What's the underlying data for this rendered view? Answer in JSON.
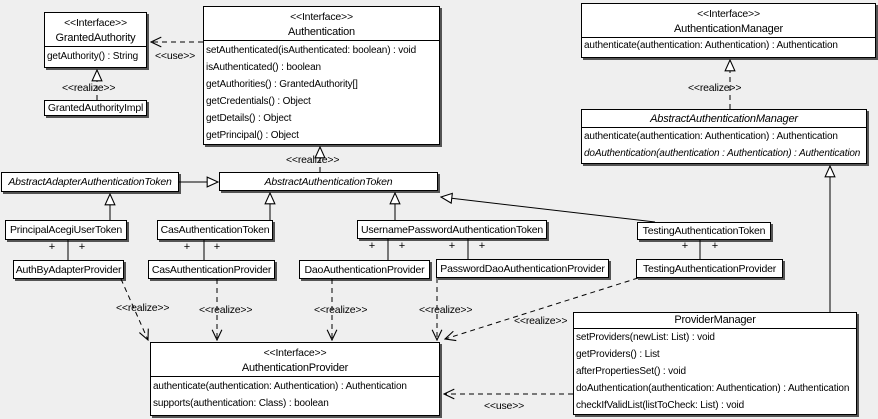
{
  "labels": {
    "use": "&lt;&lt;use&gt;&gt;",
    "realize": "<<realize>>",
    "use_text": "<<use>>",
    "plus": "+"
  },
  "classes": {
    "granted_authority": {
      "stereotype": "<<Interface>>",
      "name": "GrantedAuthority",
      "methods": [
        "getAuthority() : String"
      ]
    },
    "granted_authority_impl": {
      "name": "GrantedAuthorityImpl"
    },
    "authentication": {
      "stereotype": "<<Interface>>",
      "name": "Authentication",
      "methods": [
        "setAuthenticated(isAuthenticated: boolean) : void",
        "isAuthenticated() : boolean",
        "getAuthorities() : GrantedAuthority[]",
        "getCredentials() : Object",
        "getDetails() : Object",
        "getPrincipal() : Object"
      ]
    },
    "authentication_manager": {
      "stereotype": "<<Interface>>",
      "name": "AuthenticationManager",
      "methods": [
        "authenticate(authentication: Authentication) : Authentication"
      ]
    },
    "abstract_authentication_manager": {
      "name": "AbstractAuthenticationManager",
      "methods": [
        "authenticate(authentication: Authentication) : Authentication",
        "doAuthentication(authentication : Authentication) : Authentication"
      ]
    },
    "abstract_adapter_authentication_token": {
      "name": "AbstractAdapterAuthenticationToken"
    },
    "abstract_authentication_token": {
      "name": "AbstractAuthenticationToken"
    },
    "principal_acegi_user_token": {
      "name": "PrincipalAcegiUserToken"
    },
    "cas_authentication_token": {
      "name": "CasAuthenticationToken"
    },
    "username_password_authentication_token": {
      "name": "UsernamePasswordAuthenticationToken"
    },
    "testing_authentication_token": {
      "name": "TestingAuthenticationToken"
    },
    "auth_by_adapter_provider": {
      "name": "AuthByAdapterProvider"
    },
    "cas_authentication_provider": {
      "name": "CasAuthenticationProvider"
    },
    "dao_authentication_provider": {
      "name": "DaoAuthenticationProvider"
    },
    "password_dao_authentication_provider": {
      "name": "PasswordDaoAuthenticationProvider"
    },
    "testing_authentication_provider": {
      "name": "TestingAuthenticationProvider"
    },
    "authentication_provider": {
      "stereotype": "<<Interface>>",
      "name": "AuthenticationProvider",
      "methods": [
        "authenticate(authentication: Authentication) : Authentication",
        "supports(authentication: Class) : boolean"
      ]
    },
    "provider_manager": {
      "name": "ProviderManager",
      "methods": [
        "setProviders(newList: List) : void",
        "getProviders() : List",
        "afterPropertiesSet() : void",
        "doAuthentication(authentication: Authentication) : Authentication",
        "checkIfValidList(listToCheck: List) : void"
      ]
    }
  }
}
